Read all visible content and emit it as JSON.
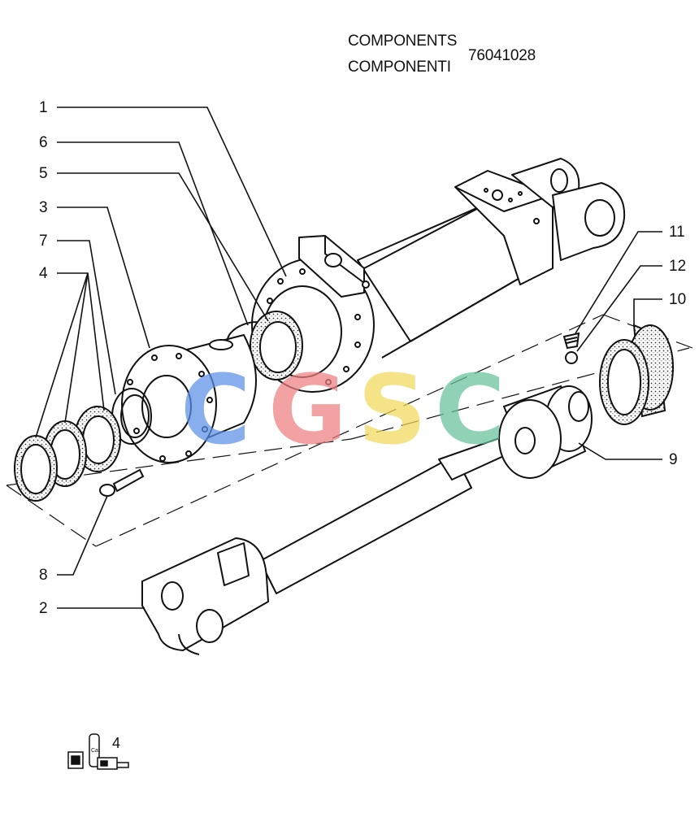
{
  "header": {
    "title_en": "COMPONENTS",
    "title_it": "COMPONENTI",
    "part_number": "76041028"
  },
  "callouts": {
    "c1": "1",
    "c2": "2",
    "c3": "3",
    "c4": "4",
    "c5": "5",
    "c6": "6",
    "c7": "7",
    "c8": "8",
    "c9": "9",
    "c10": "10",
    "c11": "11",
    "c12": "12"
  },
  "watermark": {
    "letters": [
      "C",
      "G",
      "S",
      "C"
    ],
    "colors": [
      "#5b8fe8",
      "#ee7f7f",
      "#f2d95a",
      "#66c29a"
    ]
  },
  "kit": {
    "label": "4",
    "icon": "seal-kit-icon"
  }
}
